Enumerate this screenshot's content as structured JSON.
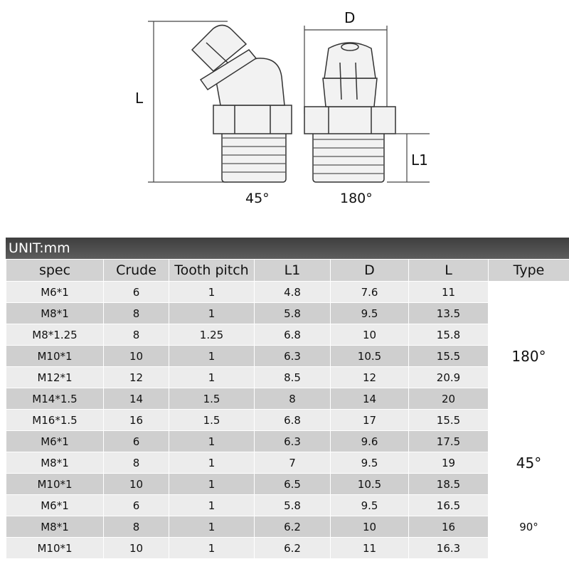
{
  "diagram": {
    "dim_L": "L",
    "dim_D": "D",
    "dim_L1": "L1",
    "caption_45": "45°",
    "caption_180": "180°"
  },
  "table": {
    "unit": "UNIT:mm",
    "headers": [
      "spec",
      "Crude",
      "Tooth pitch",
      "L1",
      "D",
      "L",
      "Type"
    ],
    "groups": [
      {
        "type": "180°",
        "rows": [
          [
            "M6*1",
            "6",
            "1",
            "4.8",
            "7.6",
            "11"
          ],
          [
            "M8*1",
            "8",
            "1",
            "5.8",
            "9.5",
            "13.5"
          ],
          [
            "M8*1.25",
            "8",
            "1.25",
            "6.8",
            "10",
            "15.8"
          ],
          [
            "M10*1",
            "10",
            "1",
            "6.3",
            "10.5",
            "15.5"
          ],
          [
            "M12*1",
            "12",
            "1",
            "8.5",
            "12",
            "20.9"
          ],
          [
            "M14*1.5",
            "14",
            "1.5",
            "8",
            "14",
            "20"
          ],
          [
            "M16*1.5",
            "16",
            "1.5",
            "6.8",
            "17",
            "15.5"
          ]
        ]
      },
      {
        "type": "45°",
        "rows": [
          [
            "M6*1",
            "6",
            "1",
            "6.3",
            "9.6",
            "17.5"
          ],
          [
            "M8*1",
            "8",
            "1",
            "7",
            "9.5",
            "19"
          ],
          [
            "M10*1",
            "10",
            "1",
            "6.5",
            "10.5",
            "18.5"
          ]
        ]
      },
      {
        "type": "90°",
        "rows": [
          [
            "M6*1",
            "6",
            "1",
            "5.8",
            "9.5",
            "16.5"
          ],
          [
            "M8*1",
            "8",
            "1",
            "6.2",
            "10",
            "16"
          ],
          [
            "M10*1",
            "10",
            "1",
            "6.2",
            "11",
            "16.3"
          ]
        ]
      }
    ]
  }
}
